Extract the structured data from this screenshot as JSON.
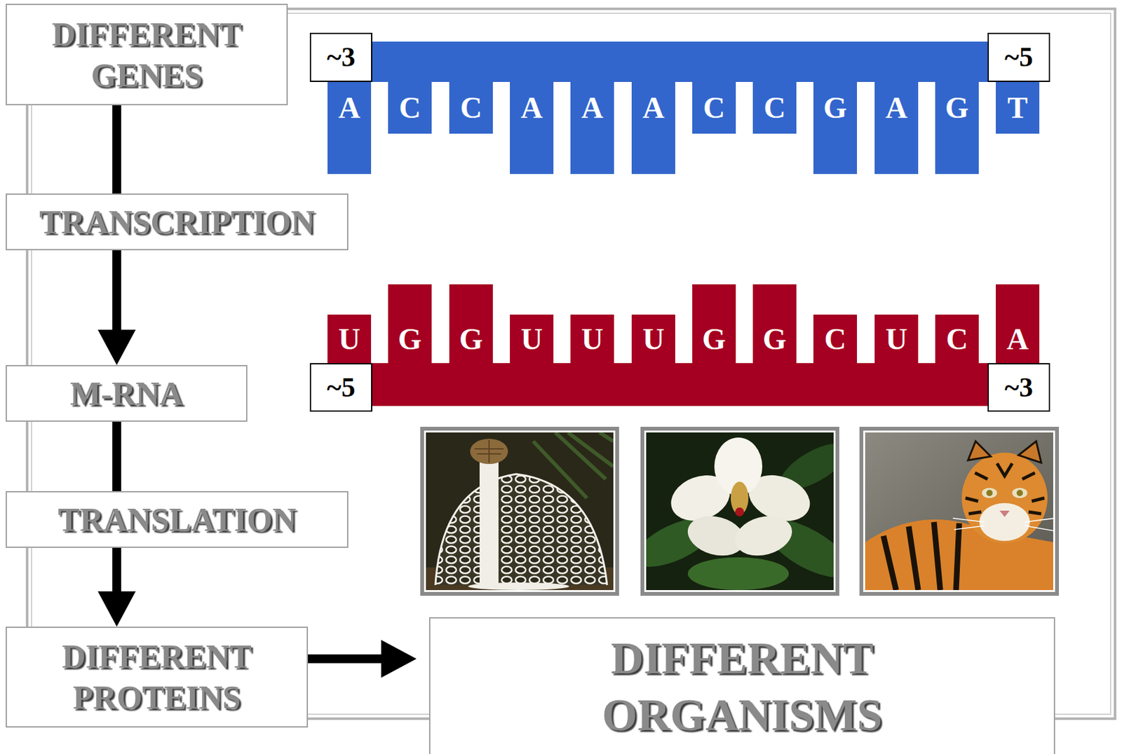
{
  "diagram": {
    "nodes": [
      {
        "text": [
          "DIFFERENT GENES"
        ]
      },
      {
        "text": [
          "TRANSCRIPTION"
        ]
      },
      {
        "text": [
          "M-RNA"
        ]
      },
      {
        "text": [
          "TRANSLATION"
        ]
      },
      {
        "text": [
          "DIFFERENT PROTEINS"
        ]
      },
      {
        "text": [
          "DIFFERENT ORGANISMS"
        ]
      },
      {
        "text": [
          "~3"
        ]
      },
      {
        "text": [
          "A"
        ]
      },
      {
        "text": [
          "C"
        ]
      },
      {
        "text": [
          "C"
        ]
      },
      {
        "text": [
          "A"
        ]
      },
      {
        "text": [
          "A"
        ]
      },
      {
        "text": [
          "A"
        ]
      },
      {
        "text": [
          "C"
        ]
      },
      {
        "text": [
          "C"
        ]
      },
      {
        "text": [
          "G"
        ]
      },
      {
        "text": [
          "A"
        ]
      },
      {
        "text": [
          "G"
        ]
      },
      {
        "text": [
          "T"
        ]
      },
      {
        "text": [
          "~5"
        ]
      },
      {
        "text": [
          "~5"
        ]
      },
      {
        "text": [
          "U"
        ]
      },
      {
        "text": [
          "G"
        ]
      },
      {
        "text": [
          "G"
        ]
      },
      {
        "text": [
          "U"
        ]
      },
      {
        "text": [
          "U"
        ]
      },
      {
        "text": [
          "U"
        ]
      },
      {
        "text": [
          "G"
        ]
      },
      {
        "text": [
          "G"
        ]
      },
      {
        "text": [
          "C"
        ]
      },
      {
        "text": [
          "U"
        ]
      },
      {
        "text": [
          "C"
        ]
      },
      {
        "text": [
          "A"
        ]
      },
      {
        "text": [
          "~3"
        ]
      }
    ],
    "edges": [
      {
        "from": 0,
        "to": 1,
        "arrow": "none"
      },
      {
        "from": 1,
        "to": 2,
        "arrow": "to"
      },
      {
        "from": 2,
        "to": 3,
        "arrow": "none"
      },
      {
        "from": 3,
        "to": 4,
        "arrow": "to"
      },
      {
        "from": 4,
        "to": 5,
        "arrow": "to"
      }
    ]
  }
}
